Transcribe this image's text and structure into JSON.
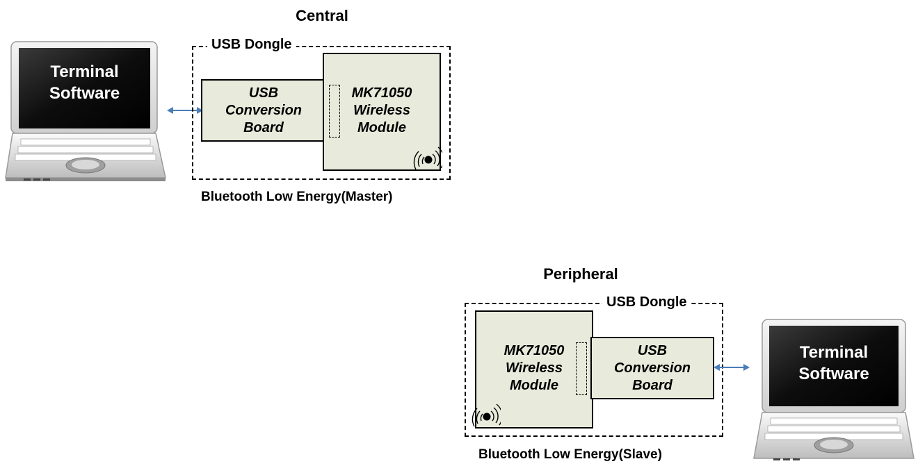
{
  "central": {
    "title": "Central",
    "dongle_label": "USB Dongle",
    "usb_board": "USB\nConversion\nBoard",
    "module": "MK71050\nWireless\nModule",
    "terminal": "Terminal\nSoftware",
    "caption": "Bluetooth Low Energy(Master)"
  },
  "peripheral": {
    "title": "Peripheral",
    "dongle_label": "USB Dongle",
    "usb_board": "USB\nConversion\nBoard",
    "module": "MK71050\nWireless\nModule",
    "terminal": "Terminal\nSoftware",
    "caption": "Bluetooth Low Energy(Slave)"
  },
  "colors": {
    "board_fill": "#e8eadb",
    "arrow": "#4a7ebb",
    "screen": "#111111"
  },
  "icons": [
    "laptop-icon",
    "double-arrow-icon",
    "antenna-icon"
  ]
}
